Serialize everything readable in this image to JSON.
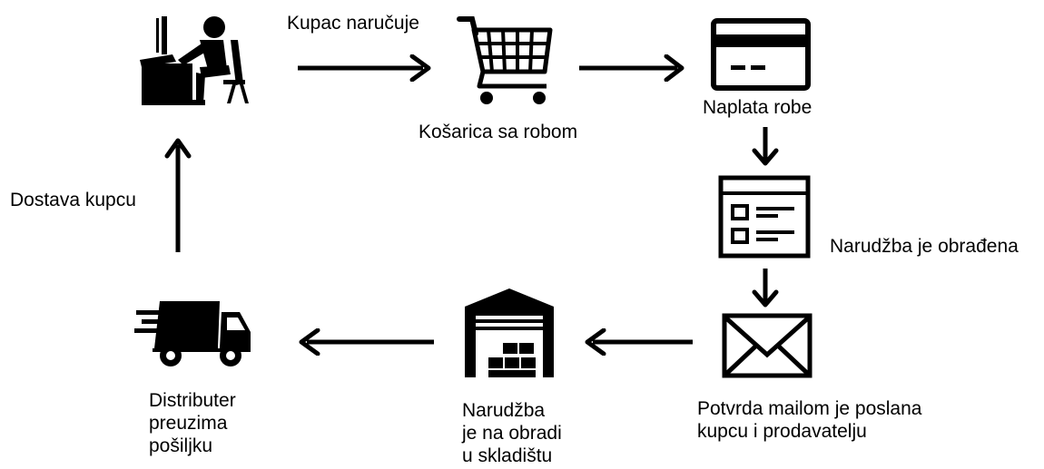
{
  "steps": {
    "customer_orders": {
      "label": "Kupac naručuje",
      "icon": "person-at-computer-icon"
    },
    "cart": {
      "label": "Košarica sa robom",
      "icon": "shopping-cart-icon"
    },
    "payment": {
      "label": "Naplata robe",
      "icon": "credit-card-icon"
    },
    "processed": {
      "label": "Narudžba je obrađena",
      "icon": "order-form-icon"
    },
    "email": {
      "lines": [
        "Potvrda mailom je poslana",
        "kupcu i prodavatelju"
      ],
      "icon": "envelope-icon"
    },
    "warehouse": {
      "lines": [
        "Narudžba",
        "je na obradi",
        "u skladištu"
      ],
      "icon": "warehouse-icon"
    },
    "distributor": {
      "lines": [
        "Distributer",
        "preuzima",
        "pošiljku"
      ],
      "icon": "delivery-truck-icon"
    },
    "delivery": {
      "label": "Dostava kupcu"
    }
  },
  "colors": {
    "ink": "#000000",
    "background": "#ffffff"
  }
}
